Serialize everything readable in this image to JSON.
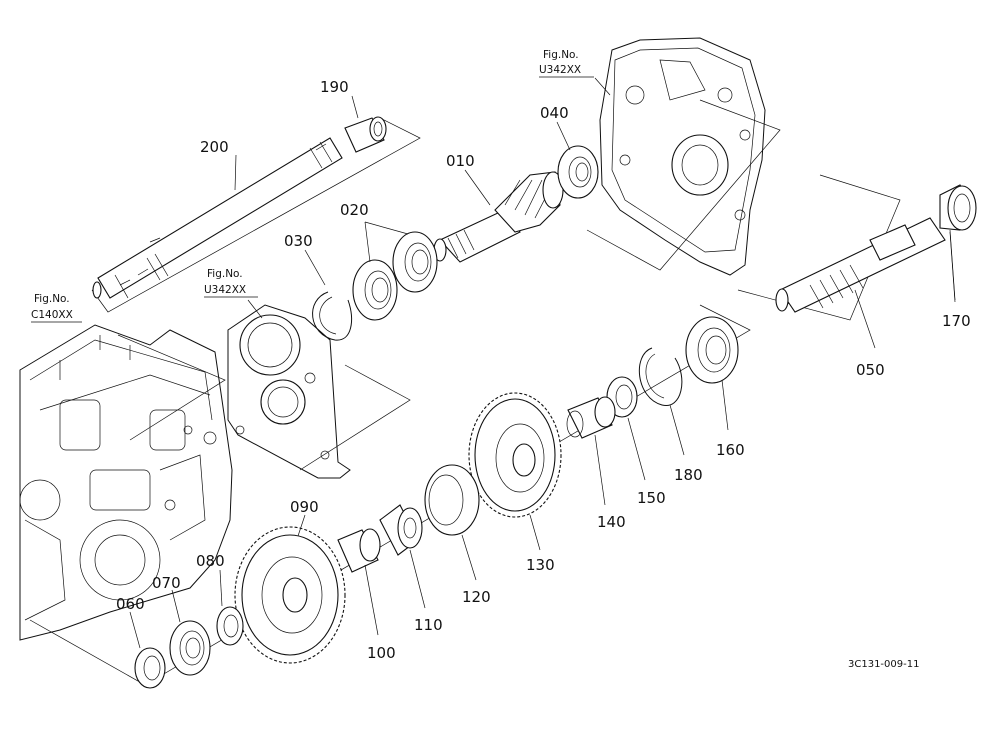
{
  "figure_refs": [
    {
      "label": "Fig.No.",
      "code": "U342XX"
    },
    {
      "label": "Fig.No.",
      "code": "U342XX"
    },
    {
      "label": "Fig.No.",
      "code": "C140XX"
    }
  ],
  "parts": {
    "p010": "010",
    "p020": "020",
    "p030": "030",
    "p040": "040",
    "p050": "050",
    "p060": "060",
    "p070": "070",
    "p080": "080",
    "p090": "090",
    "p100": "100",
    "p110": "110",
    "p120": "120",
    "p130": "130",
    "p140": "140",
    "p150": "150",
    "p160": "160",
    "p170": "170",
    "p180": "180",
    "p190": "190",
    "p200": "200"
  },
  "drawing_code": "3C131-009-11"
}
